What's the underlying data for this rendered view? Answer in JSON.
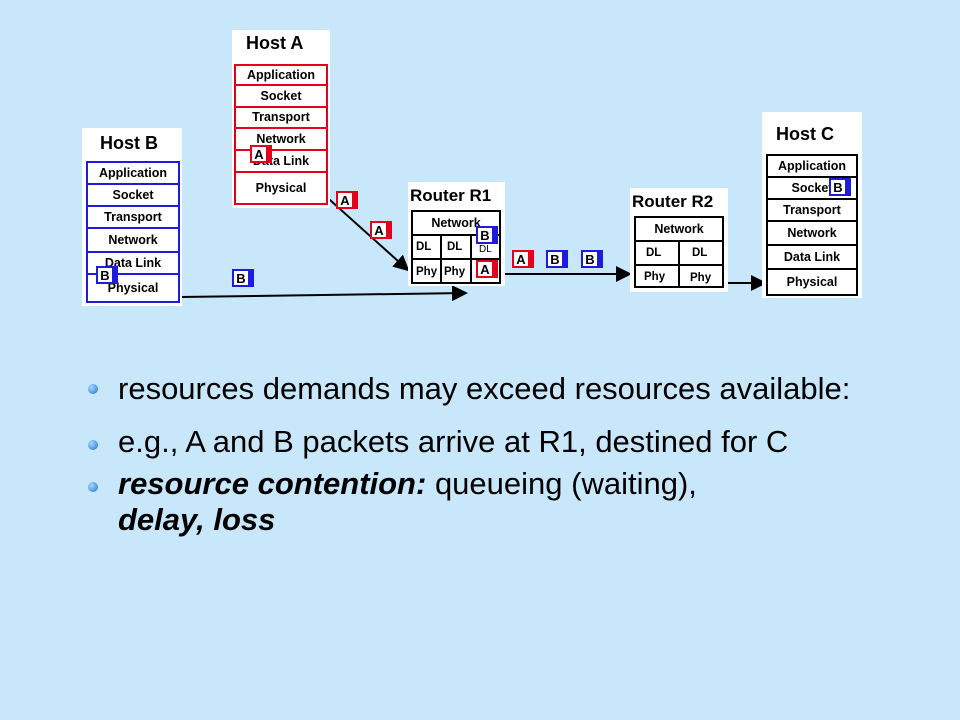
{
  "host_a": {
    "title": "Host A",
    "layers": [
      "Application",
      "Socket",
      "Transport",
      "Network",
      "Data Link",
      "Physical"
    ]
  },
  "host_b": {
    "title": "Host B",
    "layers": [
      "Application",
      "Socket",
      "Transport",
      "Network",
      "Data Link",
      "Physical"
    ]
  },
  "host_c": {
    "title": "Host C",
    "layers": [
      "Application",
      "Socket",
      "Transport",
      "Network",
      "Data Link",
      "Physical"
    ]
  },
  "router_r1": {
    "title": "Router R1",
    "network": "Network",
    "dl": "DL",
    "phy": "Phy"
  },
  "router_r2": {
    "title": "Router R2",
    "network": "Network",
    "dl": "DL",
    "phy": "Phy"
  },
  "packets": {
    "a": "A",
    "b": "B"
  },
  "bullets": {
    "b1": "resources demands may exceed resources available:",
    "b2": "e.g., A and B packets arrive at R1, destined for C",
    "b3_bold": "resource contention:",
    "b3_rest": " queueing (waiting),",
    "b3_tail": "delay, loss"
  },
  "colors": {
    "host_a": "#e2001a",
    "host_b": "#1c1cd9",
    "host_c": "#000000",
    "background": "#c9e7fb"
  }
}
